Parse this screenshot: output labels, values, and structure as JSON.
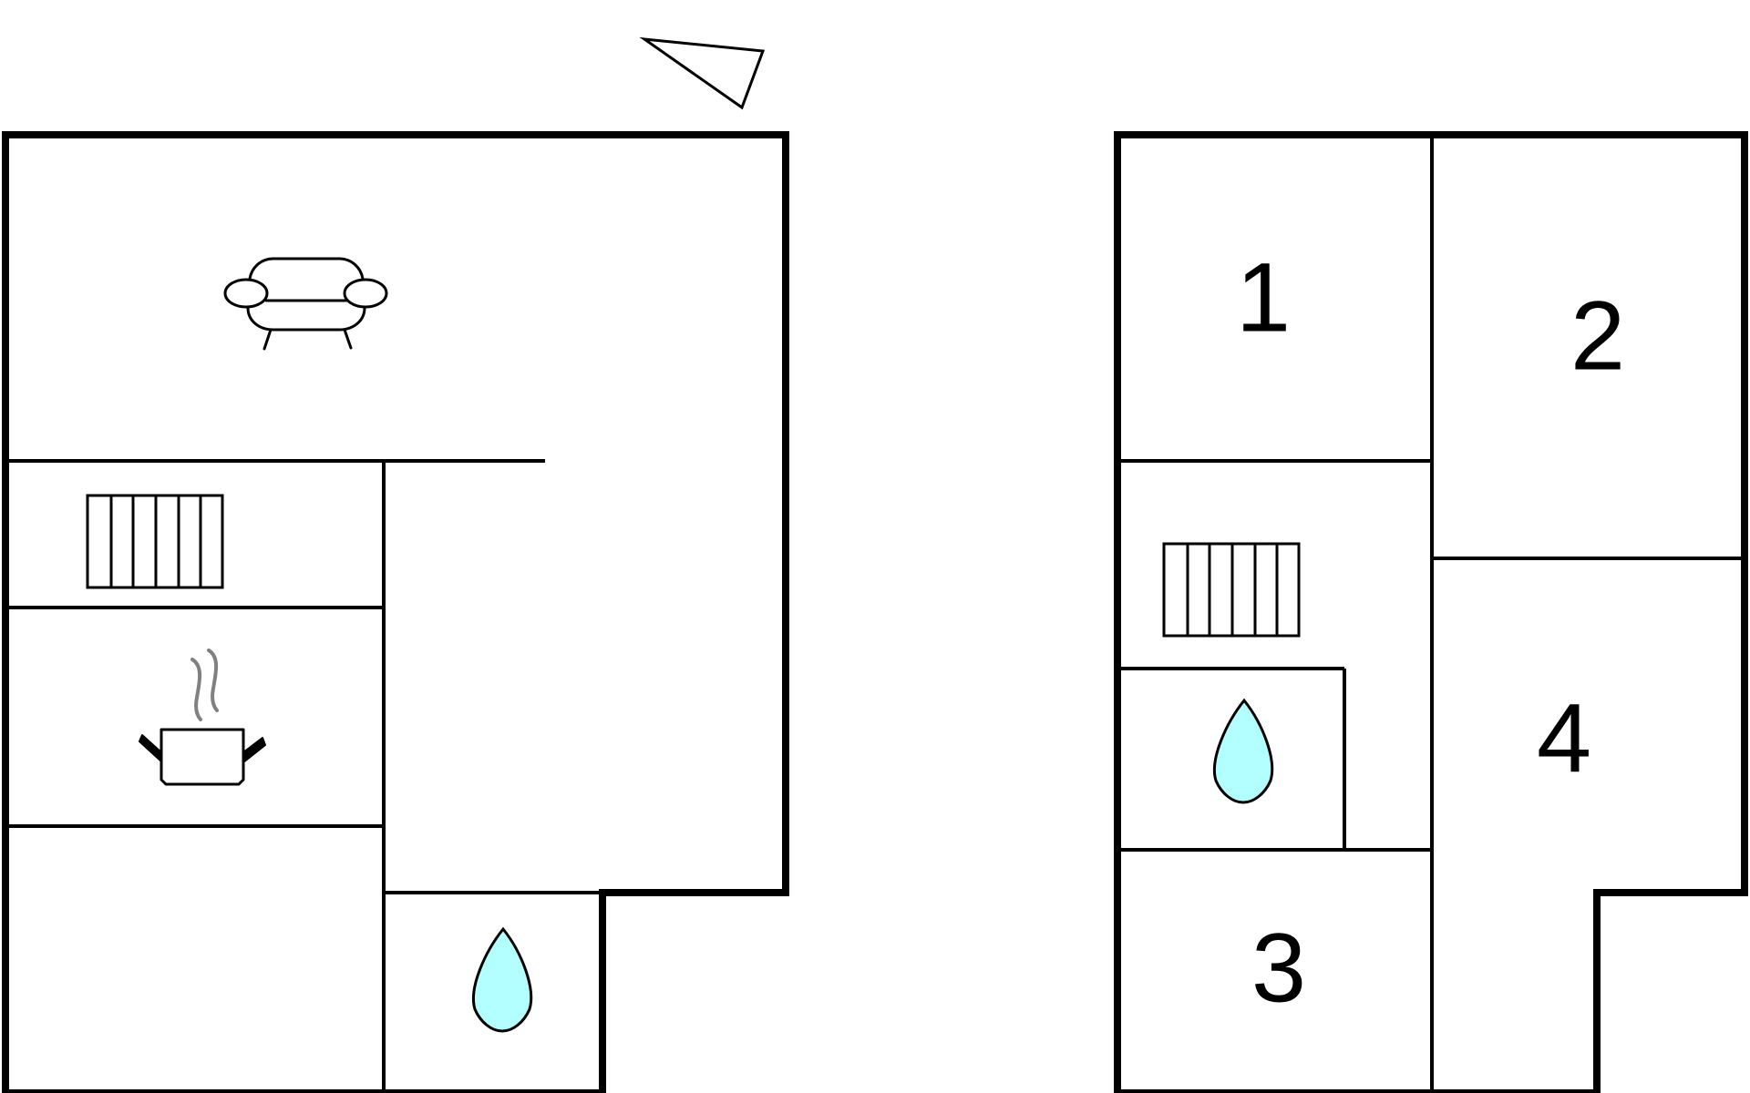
{
  "floorplan": {
    "colors": {
      "wall": "#000000",
      "water_fill": "#b3ffff",
      "steam": "#808080",
      "background": "#ffffff"
    },
    "compass": {
      "icon": "north-arrow-icon"
    },
    "ground_floor": {
      "icons": [
        "sofa-icon",
        "radiator-icon",
        "cooking-pot-icon",
        "water-drop-icon"
      ]
    },
    "upper_floor": {
      "rooms": [
        {
          "number": "1"
        },
        {
          "number": "2"
        },
        {
          "number": "3"
        },
        {
          "number": "4"
        }
      ],
      "icons": [
        "radiator-icon",
        "water-drop-icon"
      ]
    }
  }
}
